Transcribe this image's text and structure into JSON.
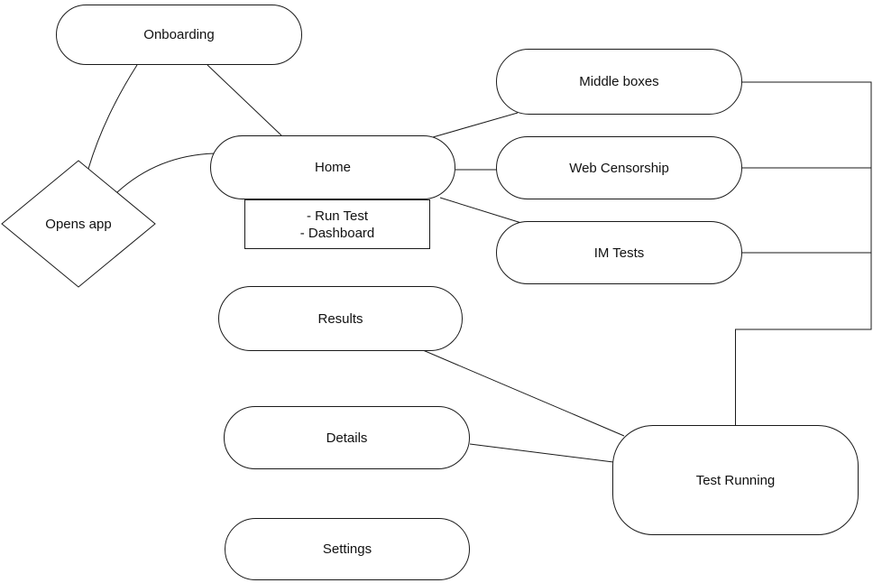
{
  "diagram": {
    "nodes": {
      "onboarding": {
        "label": "Onboarding",
        "shape": "pill"
      },
      "opens_app": {
        "label": "Opens app",
        "shape": "diamond"
      },
      "home": {
        "label": "Home",
        "shape": "pill"
      },
      "home_note": {
        "lines": [
          "- Run Test",
          "- Dashboard"
        ],
        "shape": "rect"
      },
      "middle_boxes": {
        "label": "Middle boxes",
        "shape": "pill"
      },
      "web_censorship": {
        "label": "Web Censorship",
        "shape": "pill"
      },
      "im_tests": {
        "label": "IM Tests",
        "shape": "pill"
      },
      "results": {
        "label": "Results",
        "shape": "pill"
      },
      "details": {
        "label": "Details",
        "shape": "pill"
      },
      "settings": {
        "label": "Settings",
        "shape": "pill"
      },
      "test_running": {
        "label": "Test Running",
        "shape": "rounded-rect"
      }
    },
    "edges": [
      {
        "from": "onboarding",
        "to": "opens_app"
      },
      {
        "from": "onboarding",
        "to": "home"
      },
      {
        "from": "opens_app",
        "to": "home"
      },
      {
        "from": "home",
        "to": "middle_boxes"
      },
      {
        "from": "home",
        "to": "web_censorship"
      },
      {
        "from": "home",
        "to": "im_tests"
      },
      {
        "from": "middle_boxes",
        "to": "test_running"
      },
      {
        "from": "web_censorship",
        "to": "test_running"
      },
      {
        "from": "im_tests",
        "to": "test_running"
      },
      {
        "from": "results",
        "to": "test_running"
      },
      {
        "from": "details",
        "to": "test_running"
      }
    ],
    "colors": {
      "stroke": "#1a1a1a",
      "background": "#ffffff",
      "text": "#111111"
    }
  }
}
